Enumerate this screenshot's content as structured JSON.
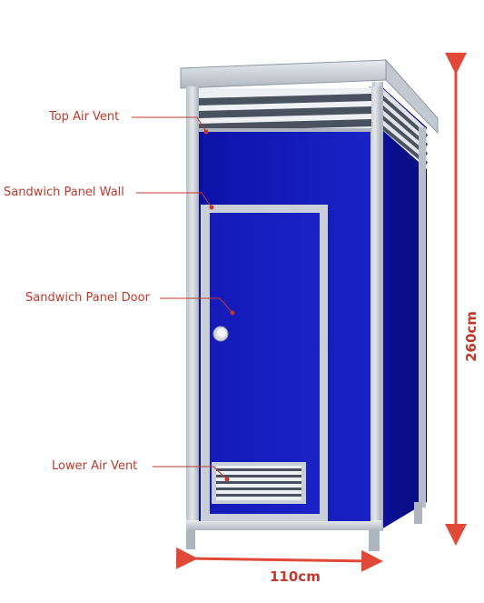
{
  "labels": {
    "top_air_vent": "Top Air Vent",
    "sandwich_panel_wall": "Sandwich Panel Wall",
    "sandwich_panel_door": "Sandwich Panel Door",
    "lower_air_vent": "Lower Air Vent"
  },
  "dimensions": {
    "height": "260cm",
    "width": "110cm"
  },
  "colors": {
    "panel_blue": "#1219b6",
    "panel_blue_dark": "#0a0f8a",
    "frame_steel": "#c8ced6",
    "vent_slat": "#4a5260",
    "annotation_red": "#c0392b",
    "dimension_red": "#e04838"
  }
}
